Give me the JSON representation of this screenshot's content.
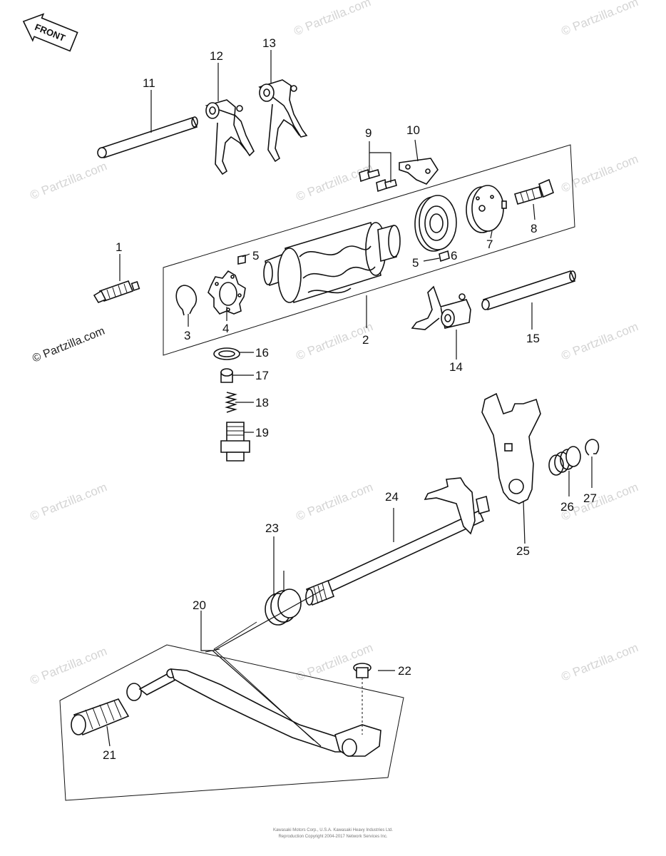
{
  "front_label": "FRONT",
  "watermark_text": "© Partzilla.com",
  "copyright_lines": [
    "Kawasaki Motors Corp., U.S.A. Kawasaki Heavy Industries Ltd.",
    "Reproduction Copyright 2004-2017 Network Services Inc."
  ],
  "callouts": [
    {
      "id": "1",
      "label": "1"
    },
    {
      "id": "2",
      "label": "2"
    },
    {
      "id": "3",
      "label": "3"
    },
    {
      "id": "4",
      "label": "4"
    },
    {
      "id": "5a",
      "label": "5"
    },
    {
      "id": "5b",
      "label": "5"
    },
    {
      "id": "6",
      "label": "6"
    },
    {
      "id": "7",
      "label": "7"
    },
    {
      "id": "8",
      "label": "8"
    },
    {
      "id": "9",
      "label": "9"
    },
    {
      "id": "10",
      "label": "10"
    },
    {
      "id": "11",
      "label": "11"
    },
    {
      "id": "12",
      "label": "12"
    },
    {
      "id": "13",
      "label": "13"
    },
    {
      "id": "14",
      "label": "14"
    },
    {
      "id": "15",
      "label": "15"
    },
    {
      "id": "16",
      "label": "16"
    },
    {
      "id": "17",
      "label": "17"
    },
    {
      "id": "18",
      "label": "18"
    },
    {
      "id": "19",
      "label": "19"
    },
    {
      "id": "20",
      "label": "20"
    },
    {
      "id": "21",
      "label": "21"
    },
    {
      "id": "22",
      "label": "22"
    },
    {
      "id": "23",
      "label": "23"
    },
    {
      "id": "24",
      "label": "24"
    },
    {
      "id": "25",
      "label": "25"
    },
    {
      "id": "26",
      "label": "26"
    },
    {
      "id": "27",
      "label": "27"
    }
  ]
}
